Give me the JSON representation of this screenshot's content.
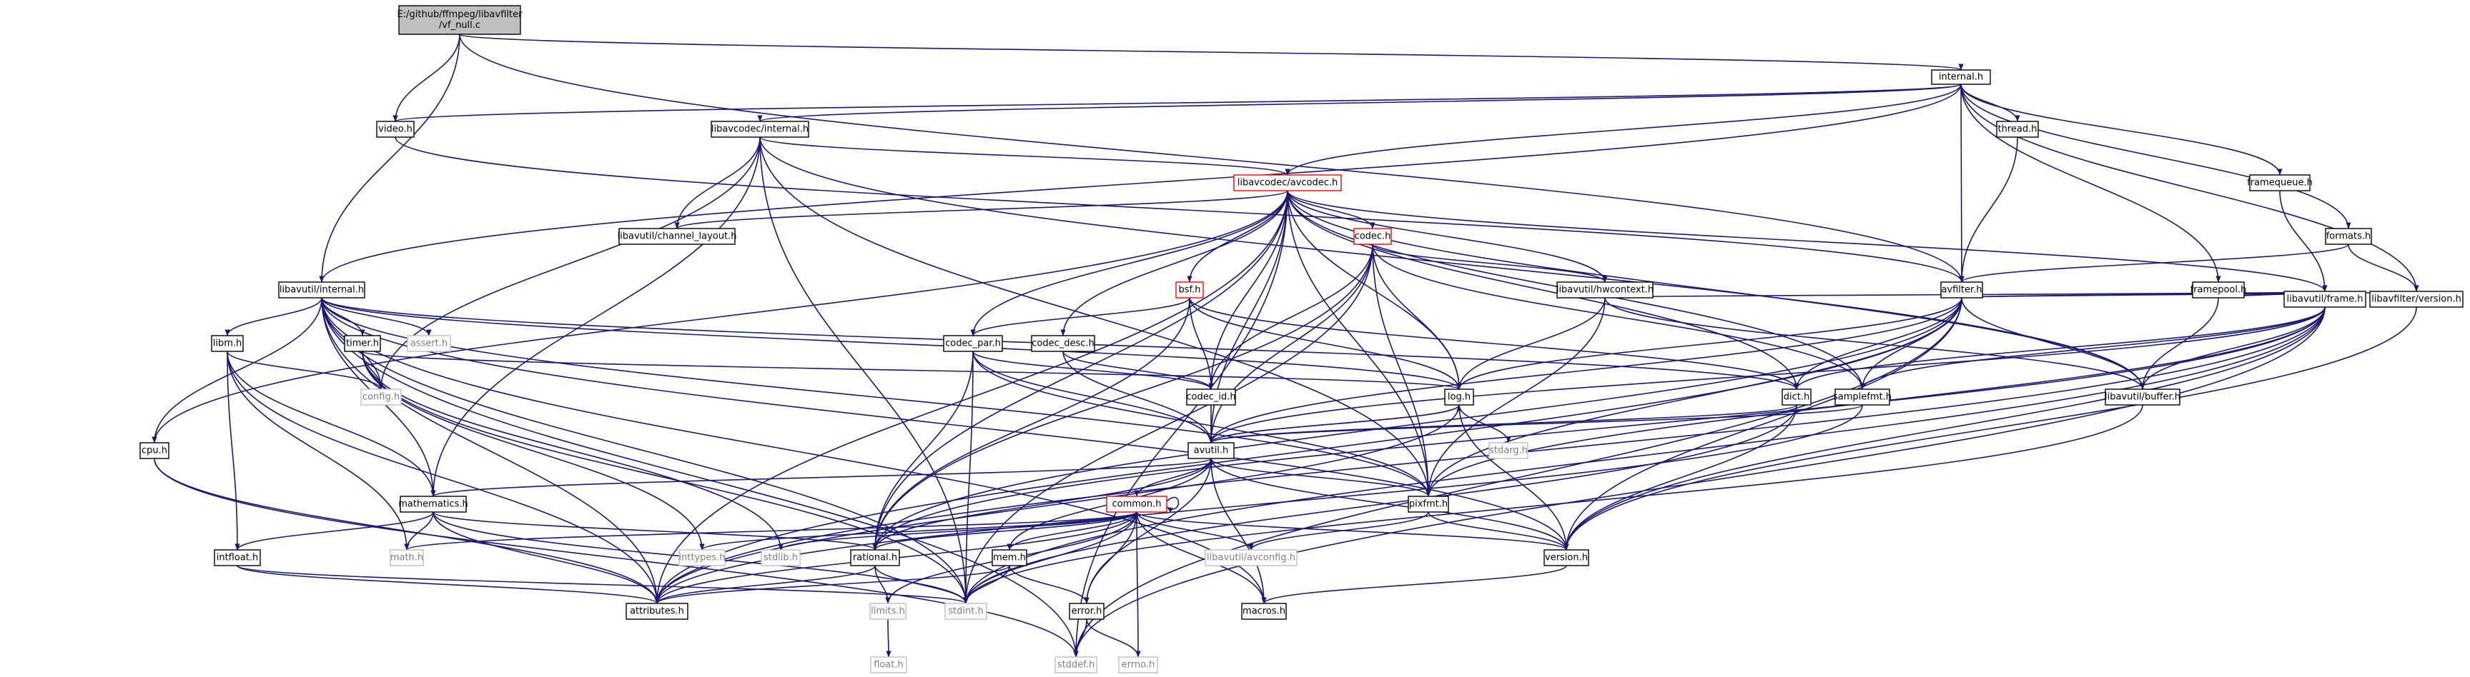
{
  "title": "E:/github/ffmpeg/libavfilter/vf_null.c",
  "colors": {
    "edge": "#191970",
    "node_border": "#000000",
    "node_border_truncated": "#ff0000",
    "node_border_external": "#bfbfbf",
    "node_fill": "#ffffff",
    "root_fill": "#bfbfbf",
    "text_external": "#808080"
  },
  "nodes": [
    {
      "id": "root",
      "label": "E:/github/ffmpeg/libavfilter\n/vf_null.c",
      "kind": "root"
    },
    {
      "id": "internal",
      "label": "internal.h",
      "kind": "normal"
    },
    {
      "id": "video",
      "label": "video.h",
      "kind": "normal"
    },
    {
      "id": "avcodec_internal",
      "label": "libavcodec/internal.h",
      "kind": "normal"
    },
    {
      "id": "thread",
      "label": "thread.h",
      "kind": "normal"
    },
    {
      "id": "framequeue",
      "label": "framequeue.h",
      "kind": "normal"
    },
    {
      "id": "avcodec",
      "label": "libavcodec/avcodec.h",
      "kind": "truncated"
    },
    {
      "id": "formats",
      "label": "formats.h",
      "kind": "normal"
    },
    {
      "id": "channel_layout",
      "label": "libavutil/channel_layout.h",
      "kind": "normal"
    },
    {
      "id": "codec",
      "label": "codec.h",
      "kind": "truncated"
    },
    {
      "id": "framepool",
      "label": "framepool.h",
      "kind": "normal"
    },
    {
      "id": "avutil_internal",
      "label": "libavutil/internal.h",
      "kind": "normal"
    },
    {
      "id": "bsf",
      "label": "bsf.h",
      "kind": "truncated"
    },
    {
      "id": "hwcontext",
      "label": "libavutil/hwcontext.h",
      "kind": "normal"
    },
    {
      "id": "avfilter",
      "label": "avfilter.h",
      "kind": "normal"
    },
    {
      "id": "libavfilter_version",
      "label": "libavfilter/version.h",
      "kind": "normal"
    },
    {
      "id": "frame",
      "label": "libavutil/frame.h",
      "kind": "normal"
    },
    {
      "id": "libm",
      "label": "libm.h",
      "kind": "normal"
    },
    {
      "id": "timer",
      "label": "timer.h",
      "kind": "normal"
    },
    {
      "id": "assert",
      "label": "assert.h",
      "kind": "external"
    },
    {
      "id": "codec_par",
      "label": "codec_par.h",
      "kind": "normal"
    },
    {
      "id": "codec_desc",
      "label": "codec_desc.h",
      "kind": "normal"
    },
    {
      "id": "codec_id",
      "label": "codec_id.h",
      "kind": "normal"
    },
    {
      "id": "log",
      "label": "log.h",
      "kind": "normal"
    },
    {
      "id": "dict",
      "label": "dict.h",
      "kind": "normal"
    },
    {
      "id": "samplefmt",
      "label": "samplefmt.h",
      "kind": "normal"
    },
    {
      "id": "buffer",
      "label": "libavutil/buffer.h",
      "kind": "normal"
    },
    {
      "id": "config",
      "label": "config.h",
      "kind": "external"
    },
    {
      "id": "stdarg",
      "label": "stdarg.h",
      "kind": "external"
    },
    {
      "id": "cpu",
      "label": "cpu.h",
      "kind": "normal"
    },
    {
      "id": "avutil",
      "label": "avutil.h",
      "kind": "normal"
    },
    {
      "id": "mathematics",
      "label": "mathematics.h",
      "kind": "normal"
    },
    {
      "id": "common",
      "label": "common.h",
      "kind": "truncated"
    },
    {
      "id": "pixfmt",
      "label": "pixfmt.h",
      "kind": "normal"
    },
    {
      "id": "math",
      "label": "math.h",
      "kind": "external"
    },
    {
      "id": "inttypes",
      "label": "inttypes.h",
      "kind": "external"
    },
    {
      "id": "stdlib",
      "label": "stdlib.h",
      "kind": "external"
    },
    {
      "id": "rational",
      "label": "rational.h",
      "kind": "normal"
    },
    {
      "id": "mem",
      "label": "mem.h",
      "kind": "normal"
    },
    {
      "id": "avconfig",
      "label": "libavutil/avconfig.h",
      "kind": "external"
    },
    {
      "id": "version",
      "label": "version.h",
      "kind": "normal"
    },
    {
      "id": "intfloat",
      "label": "intfloat.h",
      "kind": "normal"
    },
    {
      "id": "attributes",
      "label": "attributes.h",
      "kind": "normal"
    },
    {
      "id": "limits",
      "label": "limits.h",
      "kind": "external"
    },
    {
      "id": "stdint",
      "label": "stdint.h",
      "kind": "external"
    },
    {
      "id": "error",
      "label": "error.h",
      "kind": "normal"
    },
    {
      "id": "macros",
      "label": "macros.h",
      "kind": "normal"
    },
    {
      "id": "float",
      "label": "float.h",
      "kind": "external"
    },
    {
      "id": "stddef",
      "label": "stddef.h",
      "kind": "external"
    },
    {
      "id": "errno",
      "label": "errno.h",
      "kind": "external"
    }
  ],
  "edges": [
    [
      "root",
      "internal"
    ],
    [
      "root",
      "video"
    ],
    [
      "root",
      "avutil_internal"
    ],
    [
      "root",
      "avfilter"
    ],
    [
      "internal",
      "video"
    ],
    [
      "internal",
      "avcodec_internal"
    ],
    [
      "internal",
      "thread"
    ],
    [
      "internal",
      "framequeue"
    ],
    [
      "internal",
      "avcodec"
    ],
    [
      "internal",
      "formats"
    ],
    [
      "internal",
      "framepool"
    ],
    [
      "internal",
      "avutil_internal"
    ],
    [
      "internal",
      "avfilter"
    ],
    [
      "internal",
      "libavfilter_version"
    ],
    [
      "video",
      "avfilter"
    ],
    [
      "avcodec_internal",
      "channel_layout"
    ],
    [
      "avcodec_internal",
      "avcodec"
    ],
    [
      "avcodec_internal",
      "config"
    ],
    [
      "avcodec_internal",
      "mathematics"
    ],
    [
      "avcodec_internal",
      "pixfmt"
    ],
    [
      "avcodec_internal",
      "stdint"
    ],
    [
      "avcodec_internal",
      "buffer"
    ],
    [
      "thread",
      "avfilter"
    ],
    [
      "framequeue",
      "frame"
    ],
    [
      "formats",
      "avfilter"
    ],
    [
      "formats",
      "libavfilter_version"
    ],
    [
      "framepool",
      "frame"
    ],
    [
      "framepool",
      "buffer"
    ],
    [
      "avcodec",
      "channel_layout"
    ],
    [
      "avcodec",
      "codec"
    ],
    [
      "avcodec",
      "bsf"
    ],
    [
      "avcodec",
      "hwcontext"
    ],
    [
      "avcodec",
      "codec_par"
    ],
    [
      "avcodec",
      "codec_desc"
    ],
    [
      "avcodec",
      "codec_id"
    ],
    [
      "avcodec",
      "log"
    ],
    [
      "avcodec",
      "dict"
    ],
    [
      "avcodec",
      "samplefmt"
    ],
    [
      "avcodec",
      "buffer"
    ],
    [
      "avcodec",
      "frame"
    ],
    [
      "avcodec",
      "cpu"
    ],
    [
      "avcodec",
      "avutil"
    ],
    [
      "avcodec",
      "pixfmt"
    ],
    [
      "avcodec",
      "rational"
    ],
    [
      "avcodec",
      "attributes"
    ],
    [
      "avcodec",
      "stddef"
    ],
    [
      "codec",
      "hwcontext"
    ],
    [
      "codec",
      "codec_id"
    ],
    [
      "codec",
      "log"
    ],
    [
      "codec",
      "samplefmt"
    ],
    [
      "codec",
      "avutil"
    ],
    [
      "codec",
      "pixfmt"
    ],
    [
      "codec",
      "rational"
    ],
    [
      "codec",
      "stdint"
    ],
    [
      "bsf",
      "codec_par"
    ],
    [
      "bsf",
      "codec_id"
    ],
    [
      "bsf",
      "log"
    ],
    [
      "bsf",
      "dict"
    ],
    [
      "bsf",
      "rational"
    ],
    [
      "hwcontext",
      "frame"
    ],
    [
      "hwcontext",
      "buffer"
    ],
    [
      "hwcontext",
      "log"
    ],
    [
      "hwcontext",
      "pixfmt"
    ],
    [
      "avutil_internal",
      "libm"
    ],
    [
      "avutil_internal",
      "timer"
    ],
    [
      "avutil_internal",
      "assert"
    ],
    [
      "avutil_internal",
      "config"
    ],
    [
      "avutil_internal",
      "cpu"
    ],
    [
      "avutil_internal",
      "log"
    ],
    [
      "avutil_internal",
      "dict"
    ],
    [
      "avutil_internal",
      "pixfmt"
    ],
    [
      "avutil_internal",
      "mathematics"
    ],
    [
      "avutil_internal",
      "attributes"
    ],
    [
      "avutil_internal",
      "stdint"
    ],
    [
      "avutil_internal",
      "stddef"
    ],
    [
      "avutil_internal",
      "version"
    ],
    [
      "avutil_internal",
      "macros"
    ],
    [
      "avfilter",
      "frame"
    ],
    [
      "avfilter",
      "libavfilter_version"
    ],
    [
      "avfilter",
      "buffer"
    ],
    [
      "avfilter",
      "dict"
    ],
    [
      "avfilter",
      "samplefmt"
    ],
    [
      "avfilter",
      "log"
    ],
    [
      "avfilter",
      "avutil"
    ],
    [
      "avfilter",
      "pixfmt"
    ],
    [
      "avfilter",
      "rational"
    ],
    [
      "avfilter",
      "attributes"
    ],
    [
      "avfilter",
      "stddef"
    ],
    [
      "avfilter",
      "version"
    ],
    [
      "libavfilter_version",
      "version"
    ],
    [
      "frame",
      "buffer"
    ],
    [
      "frame",
      "dict"
    ],
    [
      "frame",
      "samplefmt"
    ],
    [
      "frame",
      "avutil"
    ],
    [
      "frame",
      "pixfmt"
    ],
    [
      "frame",
      "rational"
    ],
    [
      "frame",
      "attributes"
    ],
    [
      "frame",
      "stddef"
    ],
    [
      "frame",
      "stdint"
    ],
    [
      "frame",
      "version"
    ],
    [
      "libm",
      "config"
    ],
    [
      "libm",
      "attributes"
    ],
    [
      "libm",
      "intfloat"
    ],
    [
      "libm",
      "mathematics"
    ],
    [
      "libm",
      "math"
    ],
    [
      "timer",
      "config"
    ],
    [
      "timer",
      "log"
    ],
    [
      "timer",
      "inttypes"
    ],
    [
      "timer",
      "stdlib"
    ],
    [
      "timer",
      "stdint"
    ],
    [
      "codec_par",
      "codec_id"
    ],
    [
      "codec_par",
      "avutil"
    ],
    [
      "codec_par",
      "pixfmt"
    ],
    [
      "codec_par",
      "rational"
    ],
    [
      "codec_par",
      "stdint"
    ],
    [
      "codec_desc",
      "codec_id"
    ],
    [
      "codec_desc",
      "avutil"
    ],
    [
      "codec_id",
      "avutil"
    ],
    [
      "log",
      "avutil"
    ],
    [
      "log",
      "attributes"
    ],
    [
      "log",
      "version"
    ],
    [
      "log",
      "stdarg"
    ],
    [
      "dict",
      "avutil"
    ],
    [
      "dict",
      "stdint"
    ],
    [
      "dict",
      "version"
    ],
    [
      "samplefmt",
      "avutil"
    ],
    [
      "samplefmt",
      "attributes"
    ],
    [
      "buffer",
      "stdint"
    ],
    [
      "cpu",
      "attributes"
    ],
    [
      "cpu",
      "stddef"
    ],
    [
      "avutil",
      "mathematics"
    ],
    [
      "avutil",
      "common"
    ],
    [
      "avutil",
      "pixfmt"
    ],
    [
      "avutil",
      "rational"
    ],
    [
      "avutil",
      "version"
    ],
    [
      "avutil",
      "error"
    ],
    [
      "avutil",
      "macros"
    ],
    [
      "avutil",
      "log"
    ],
    [
      "mathematics",
      "math"
    ],
    [
      "mathematics",
      "attributes"
    ],
    [
      "mathematics",
      "intfloat"
    ],
    [
      "mathematics",
      "rational"
    ],
    [
      "mathematics",
      "stdint"
    ],
    [
      "common",
      "common"
    ],
    [
      "common",
      "attributes"
    ],
    [
      "common",
      "macros"
    ],
    [
      "common",
      "version"
    ],
    [
      "common",
      "avconfig"
    ],
    [
      "common",
      "mem"
    ],
    [
      "common",
      "errno"
    ],
    [
      "common",
      "inttypes"
    ],
    [
      "common",
      "stdlib"
    ],
    [
      "common",
      "math"
    ],
    [
      "common",
      "rational"
    ],
    [
      "common",
      "stdint"
    ],
    [
      "common",
      "limits"
    ],
    [
      "common",
      "error"
    ],
    [
      "pixfmt",
      "version"
    ],
    [
      "pixfmt",
      "avconfig"
    ],
    [
      "rational",
      "attributes"
    ],
    [
      "rational",
      "stdint"
    ],
    [
      "rational",
      "limits"
    ],
    [
      "mem",
      "attributes"
    ],
    [
      "mem",
      "error"
    ],
    [
      "mem",
      "avutil"
    ],
    [
      "mem",
      "stdint"
    ],
    [
      "version",
      "macros"
    ],
    [
      "intfloat",
      "attributes"
    ],
    [
      "intfloat",
      "stdint"
    ],
    [
      "error",
      "errno"
    ],
    [
      "error",
      "stddef"
    ],
    [
      "limits",
      "float"
    ]
  ]
}
